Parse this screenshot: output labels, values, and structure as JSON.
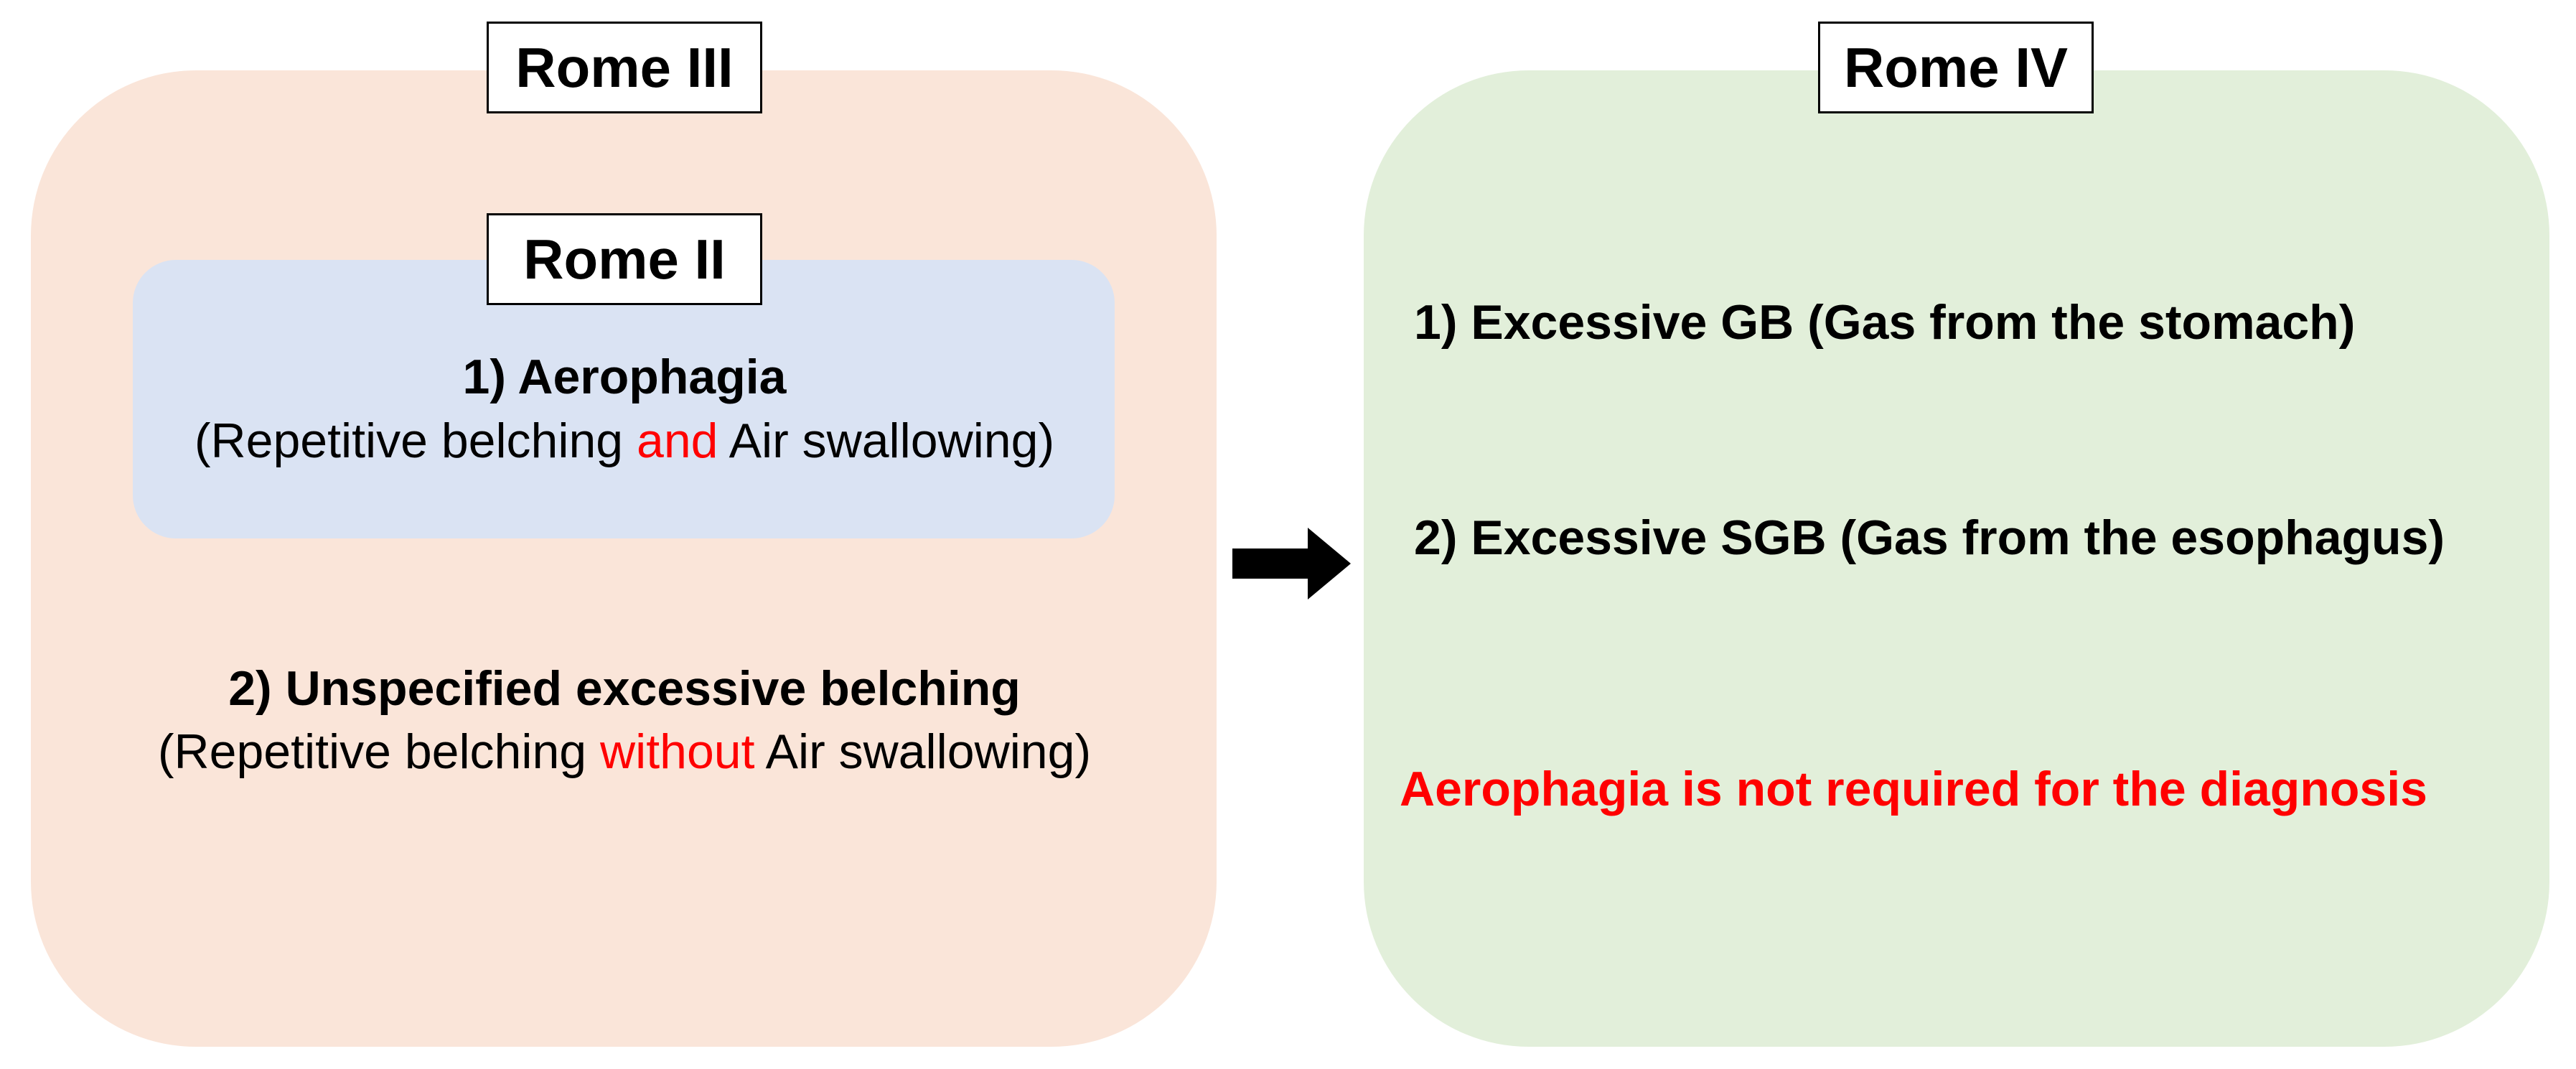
{
  "colors": {
    "rome3_fill": "#fae5d9",
    "rome2_fill": "#dae3f3",
    "rome4_fill": "#e2efda",
    "highlight": "#ff0000"
  },
  "rome3": {
    "label": "Rome III",
    "rome2": {
      "label": "Rome II",
      "item1_title": "1) Aerophagia",
      "item1_pre": "(Repetitive belching ",
      "item1_highlight": "and",
      "item1_post": " Air swallowing)"
    },
    "item2_title": "2) Unspecified excessive belching",
    "item2_pre": "(Repetitive belching ",
    "item2_highlight": "without",
    "item2_post": " Air swallowing)"
  },
  "rome4": {
    "label": "Rome IV",
    "item1": "1) Excessive GB (Gas from the stomach)",
    "item2": "2) Excessive SGB (Gas from the esophagus)",
    "note": "Aerophagia is not required for the diagnosis"
  },
  "arrow_icon": "right-arrow-icon"
}
